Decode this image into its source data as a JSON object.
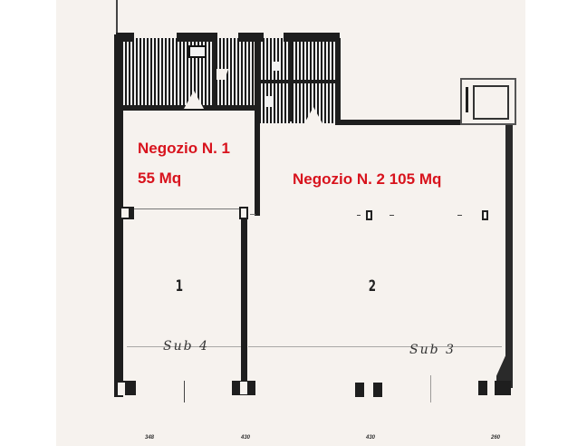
{
  "plan": {
    "type": "floor-plan",
    "units": [
      {
        "id": "negozio-1",
        "title": "Negozio N. 1",
        "area": "55 Mq",
        "room_number": "1",
        "sub_label": "Sub 4"
      },
      {
        "id": "negozio-2",
        "title": "Negozio N. 2  105 Mq",
        "room_number": "2",
        "sub_label": "Sub 3"
      }
    ],
    "accent_color": "#d8131d",
    "wall_color": "#1e1e1e",
    "paper_color": "#f6f2ee",
    "dimension_marks": [
      "348",
      "430",
      "430",
      "260"
    ]
  }
}
